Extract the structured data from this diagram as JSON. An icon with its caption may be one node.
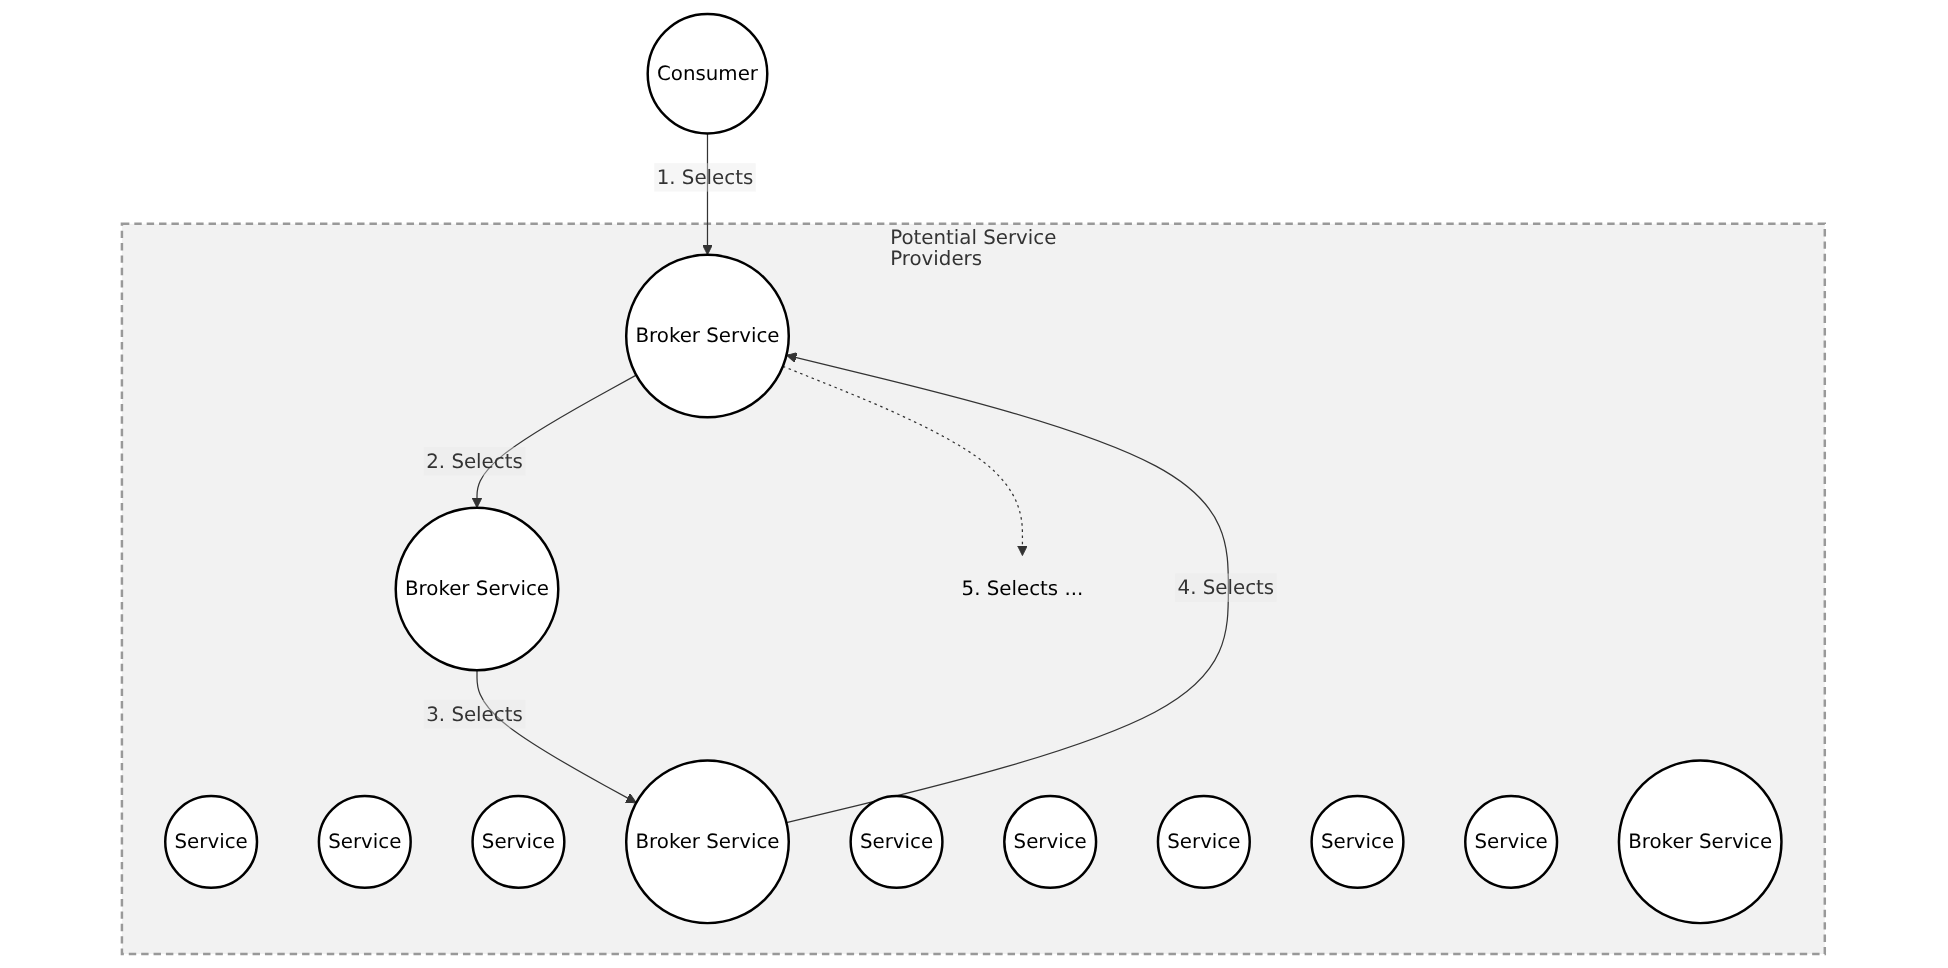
{
  "diagram": {
    "nodes": [
      {
        "text": [
          "Consumer"
        ]
      },
      {
        "text": [
          "Potential Service Providers"
        ]
      },
      {
        "text": [
          "Service"
        ],
        "in": 1
      },
      {
        "text": [
          "Service"
        ],
        "in": 1
      },
      {
        "text": [
          "Service"
        ],
        "in": 1
      },
      {
        "text": [
          "Broker Service"
        ],
        "in": 1
      },
      {
        "text": [
          "Service"
        ],
        "in": 1
      },
      {
        "text": [
          "Broker Service"
        ],
        "in": 1
      },
      {
        "text": [
          "Broker Service"
        ],
        "in": 1
      },
      {
        "text": [
          "Service"
        ],
        "in": 1
      },
      {
        "text": [
          "Service"
        ],
        "in": 1
      },
      {
        "text": [
          "Service"
        ],
        "in": 1
      },
      {
        "text": [
          "Service"
        ],
        "in": 1
      },
      {
        "text": [
          "Broker Service"
        ],
        "in": 1
      },
      {
        "text": [
          "5. Selects ..."
        ],
        "in": 1
      }
    ],
    "edges": [
      {
        "from": 0,
        "to": 7,
        "arrow": "to",
        "label": "1. Selects"
      },
      {
        "from": 7,
        "to": 8,
        "arrow": "to",
        "label": "2. Selects"
      },
      {
        "from": 8,
        "to": 5,
        "arrow": "to",
        "label": "3. Selects"
      },
      {
        "from": 5,
        "to": 7,
        "arrow": "to",
        "label": "4. Selects"
      },
      {
        "from": 7,
        "to": 14,
        "arrow": "to",
        "style": "dashed"
      }
    ]
  }
}
